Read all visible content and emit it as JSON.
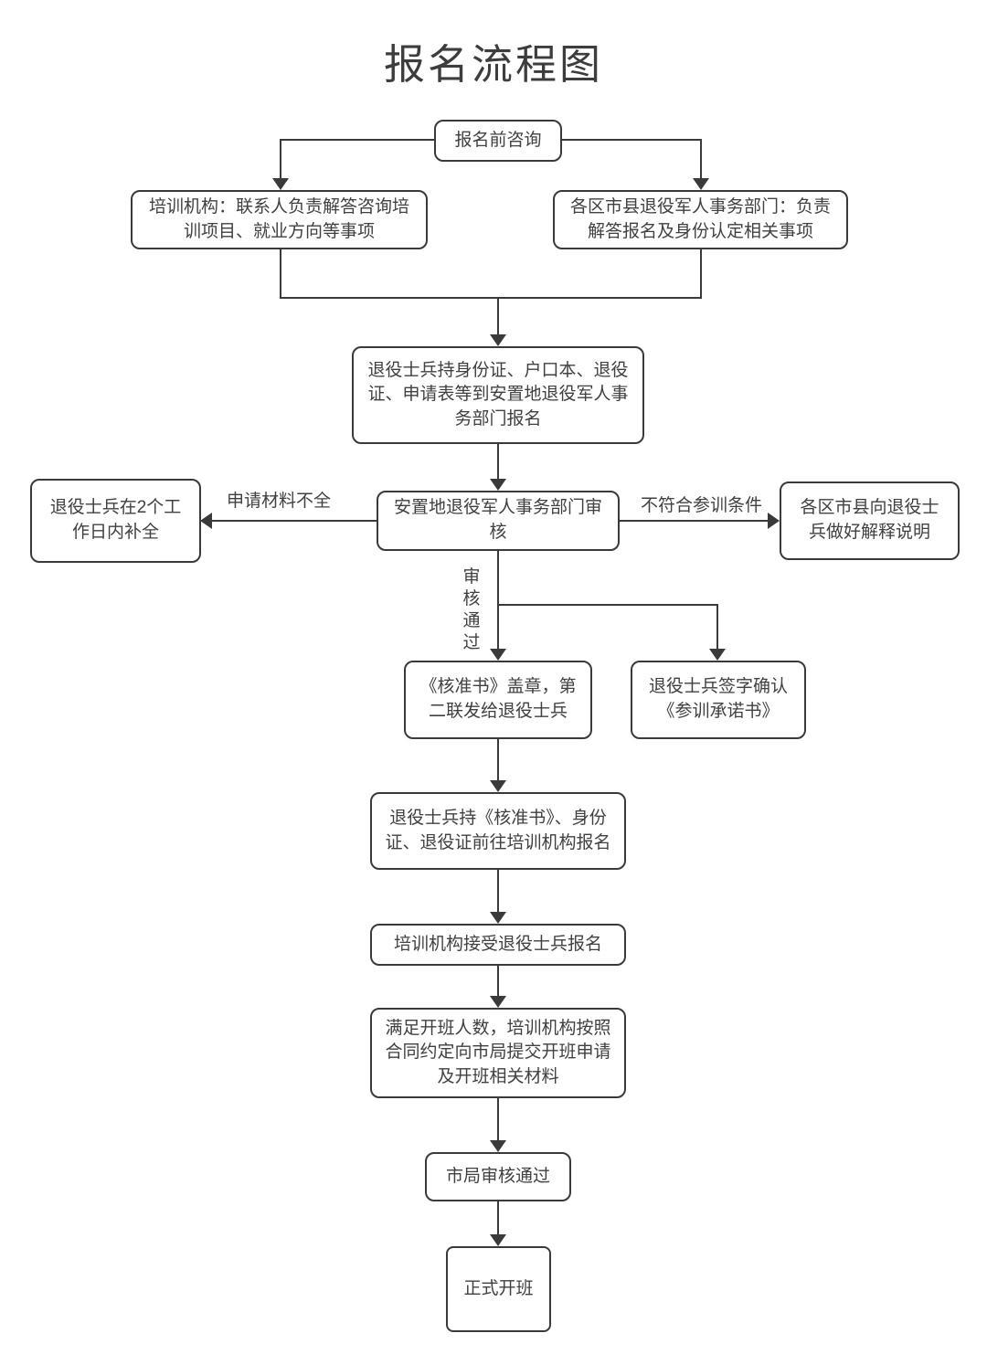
{
  "title": "报名流程图",
  "colors": {
    "ink": "#3a3a3a",
    "background": "#ffffff"
  },
  "nodes": {
    "consult": {
      "label": "报名前咨询"
    },
    "training_org": {
      "label": "培训机构：联系人负责解答咨询培训项目、就业方向等事项"
    },
    "district_dept": {
      "label": "各区市县退役军人事务部门：负责解答报名及身份认定相关事项"
    },
    "apply": {
      "label": "退役士兵持身份证、户口本、退役证、申请表等到安置地退役军人事务部门报名"
    },
    "review": {
      "label": "安置地退役军人事务部门审核"
    },
    "supplement": {
      "label": "退役士兵在2个工作日内补全"
    },
    "explain": {
      "label": "各区市县向退役士兵做好解释说明"
    },
    "stamp": {
      "label": "《核准书》盖章，第二联发给退役士兵"
    },
    "sign": {
      "label": "退役士兵签字确认《参训承诺书》"
    },
    "go_register": {
      "label": "退役士兵持《核准书》、身份证、退役证前往培训机构报名"
    },
    "accept": {
      "label": "培训机构接受退役士兵报名"
    },
    "class_request": {
      "label": "满足开班人数，培训机构按照合同约定向市局提交开班申请及开班相关材料"
    },
    "bureau_approve": {
      "label": "市局审核通过"
    },
    "start_class": {
      "label": "正式开班"
    }
  },
  "edge_labels": {
    "incomplete": "申请材料不全",
    "not_eligible": "不符合参训条件",
    "approved": "审核通过"
  }
}
